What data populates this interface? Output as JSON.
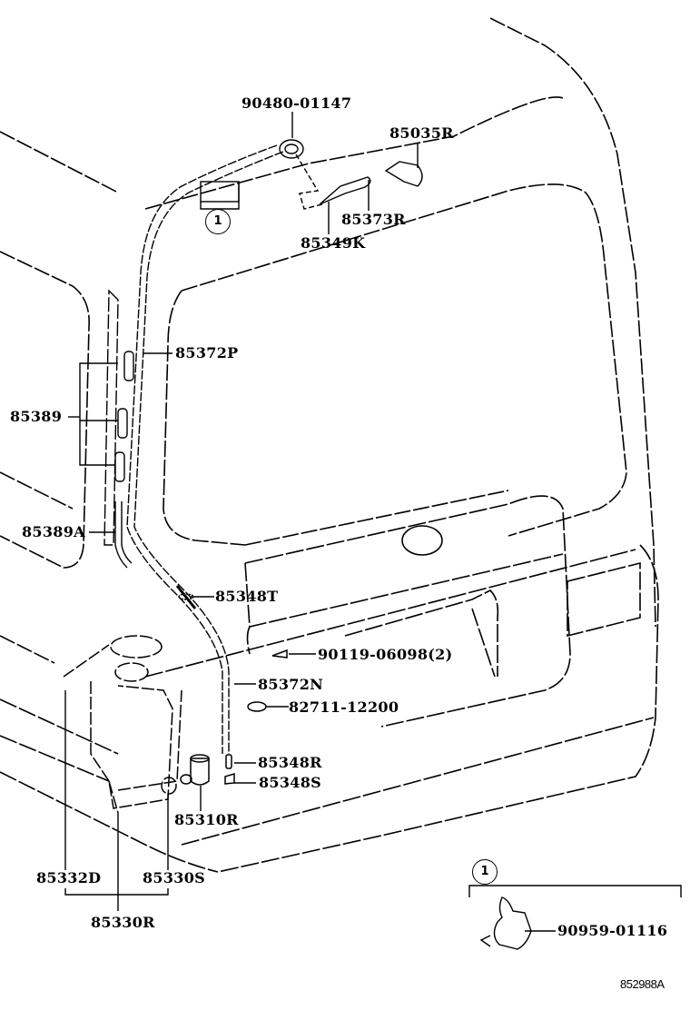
{
  "diagram": {
    "title_code": "852988A",
    "ref_marker": "1",
    "callouts": {
      "p90480_01147": "90480-01147",
      "p85035R": "85035R",
      "p85373R": "85373R",
      "p85349K": "85349K",
      "p85372P": "85372P",
      "p85389": "85389",
      "p85389A": "85389A",
      "p85348T": "85348T",
      "p90119_06098": "90119-06098(2)",
      "p85372N": "85372N",
      "p82711_12200": "82711-12200",
      "p85348R": "85348R",
      "p85348S": "85348S",
      "p85310R": "85310R",
      "p85332D": "85332D",
      "p85330S": "85330S",
      "p85330R": "85330R",
      "p90959_01116": "90959-01116"
    },
    "colors": {
      "line": "#000000",
      "background": "#ffffff"
    }
  }
}
